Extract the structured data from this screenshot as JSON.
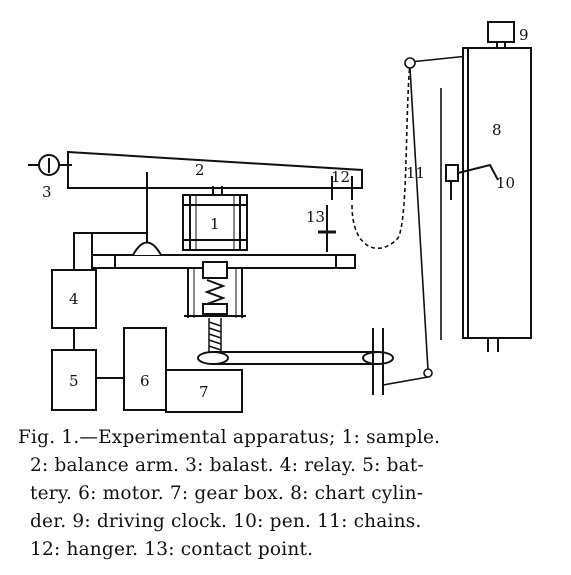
{
  "labels": {
    "n1": "1",
    "n2": "2",
    "n3": "3",
    "n4": "4",
    "n5": "5",
    "n6": "6",
    "n7": "7",
    "n8": "8",
    "n9": "9",
    "n10": "10",
    "n11": "11",
    "n12": "12",
    "n13": "13"
  },
  "caption": {
    "lines": [
      "Fig. 1.—Experimental apparatus; 1: sample.",
      "2: balance arm. 3: balast. 4: relay. 5: bat-",
      "tery. 6: motor. 7: gear box. 8: chart cylin-",
      "der. 9: driving clock. 10: pen. 11: chains.",
      "12: hanger. 13: contact point."
    ]
  }
}
